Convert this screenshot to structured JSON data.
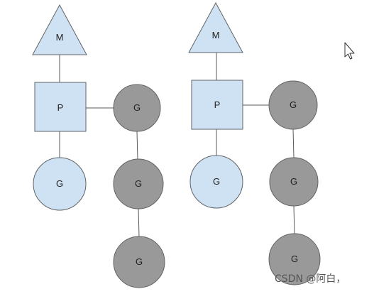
{
  "colors": {
    "light_fill": "#cfe2f3",
    "dark_fill": "#999999",
    "stroke": "#5f6368",
    "line": "#595959",
    "text": "#222222"
  },
  "diagram": {
    "left": {
      "m_label": "M",
      "p_label": "P",
      "running_g_label": "G",
      "queue": [
        "G",
        "G",
        "G"
      ]
    },
    "right": {
      "m_label": "M",
      "p_label": "P",
      "running_g_label": "G",
      "queue": [
        "G",
        "G",
        "G"
      ]
    }
  },
  "cursor": {
    "icon": "arrow-cursor-icon"
  },
  "watermark": {
    "text": "CSDN @阿白，"
  }
}
